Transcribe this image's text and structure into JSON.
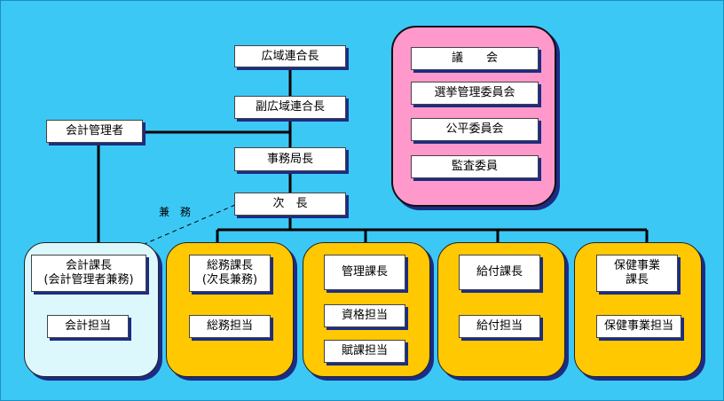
{
  "chain": {
    "regional_chief": "広域連合長",
    "deputy_chief": "副広域連合長",
    "accounting_manager": "会計管理者",
    "secretariat_director": "事務局長",
    "deputy_director": "次　長",
    "concurrent_note": "兼　務"
  },
  "council": {
    "assembly": "議　　会",
    "election_committee": "選挙管理委員会",
    "fairness_committee": "公平委員会",
    "audit_commissioner": "監査委員"
  },
  "sections": {
    "accounting": {
      "head": "会計課長\n(会計管理者兼務)",
      "staff": [
        "会計担当"
      ]
    },
    "general": {
      "head": "総務課長\n(次長兼務)",
      "staff": [
        "総務担当"
      ]
    },
    "management": {
      "head": "管理課長",
      "staff": [
        "資格担当",
        "賦課担当"
      ]
    },
    "benefits": {
      "head": "給付課長",
      "staff": [
        "給付担当"
      ]
    },
    "health": {
      "head": "保健事業\n課長",
      "staff": [
        "保健事業担当"
      ]
    }
  },
  "colors": {
    "background": "#3cc8f5",
    "panel_yellow": "#ffc800",
    "panel_light": "#dcf8fc",
    "panel_pink": "#ff99cc",
    "box_shadow": "#1c2c86"
  }
}
